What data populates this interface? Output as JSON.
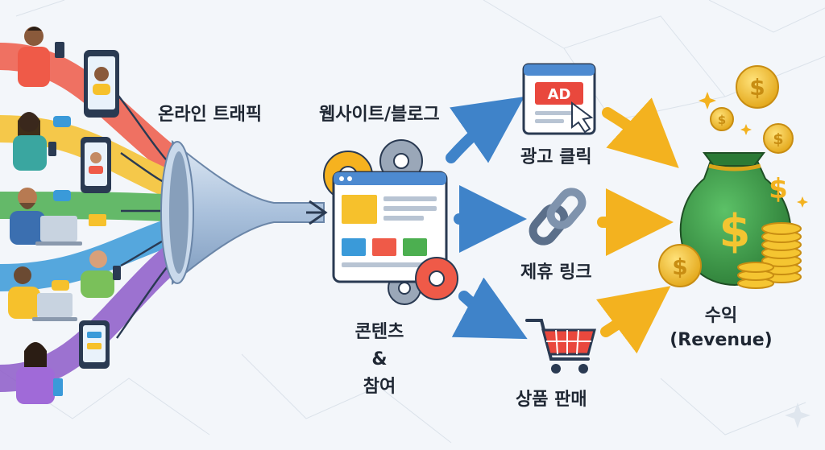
{
  "labels": {
    "online_traffic": "온라인 트래픽",
    "website_blog": "웹사이트/블로그",
    "content_engagement": [
      "콘텐츠",
      "&",
      "참여"
    ],
    "ad_click": "광고 클릭",
    "affiliate_link": "제휴 링크",
    "product_sales": "상품 판매",
    "revenue_ko": "수익",
    "revenue_en": "(Revenue)"
  },
  "ad_badge": "AD",
  "money_symbol": "$",
  "colors": {
    "background": "#f3f6fa",
    "arrow_blue": "#3f83c9",
    "arrow_orange": "#f3b21f",
    "funnel": "#b9cde3",
    "money_bag": "#3f9a4a",
    "coin": "#f5c531",
    "ad_red": "#e9483d",
    "stream_colors": [
      "#ef5a48",
      "#f6c12c",
      "#4caf50",
      "#3a9ad9",
      "#8e5bc9"
    ]
  },
  "icons": [
    "person-phone-icon",
    "person-laptop-icon",
    "phone-icon",
    "funnel-icon",
    "gear-icon",
    "webpage-icon",
    "ad-window-icon",
    "cursor-icon",
    "chain-link-icon",
    "shopping-cart-icon",
    "money-bag-icon",
    "coin-icon",
    "sparkle-icon"
  ]
}
